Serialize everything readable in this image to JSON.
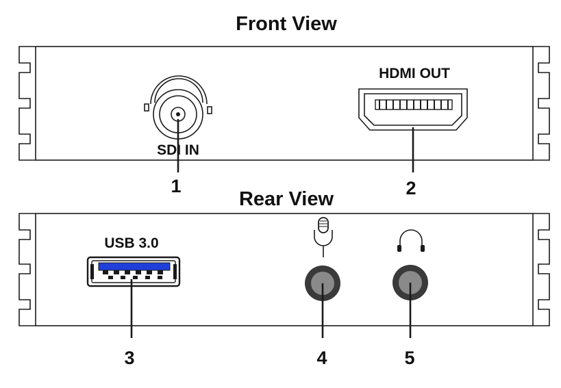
{
  "front_view": {
    "title": "Front View",
    "ports": [
      {
        "label": "SDI IN",
        "callout": "1",
        "icon": "bnc-connector-icon"
      },
      {
        "label": "HDMI OUT",
        "callout": "2",
        "icon": "hdmi-port-icon"
      }
    ]
  },
  "rear_view": {
    "title": "Rear View",
    "ports": [
      {
        "label": "USB 3.0",
        "callout": "3",
        "icon": "usb-port-icon",
        "accent": "#1f3fd8"
      },
      {
        "label": "",
        "callout": "4",
        "icon": "microphone-icon"
      },
      {
        "label": "",
        "callout": "5",
        "icon": "headphones-icon"
      }
    ]
  },
  "colors": {
    "line": "#1a1a1a",
    "jack_ring": "#3a3a3a",
    "jack_center": "#8a8a8a",
    "usb_tongue": "#1f3fd8"
  }
}
